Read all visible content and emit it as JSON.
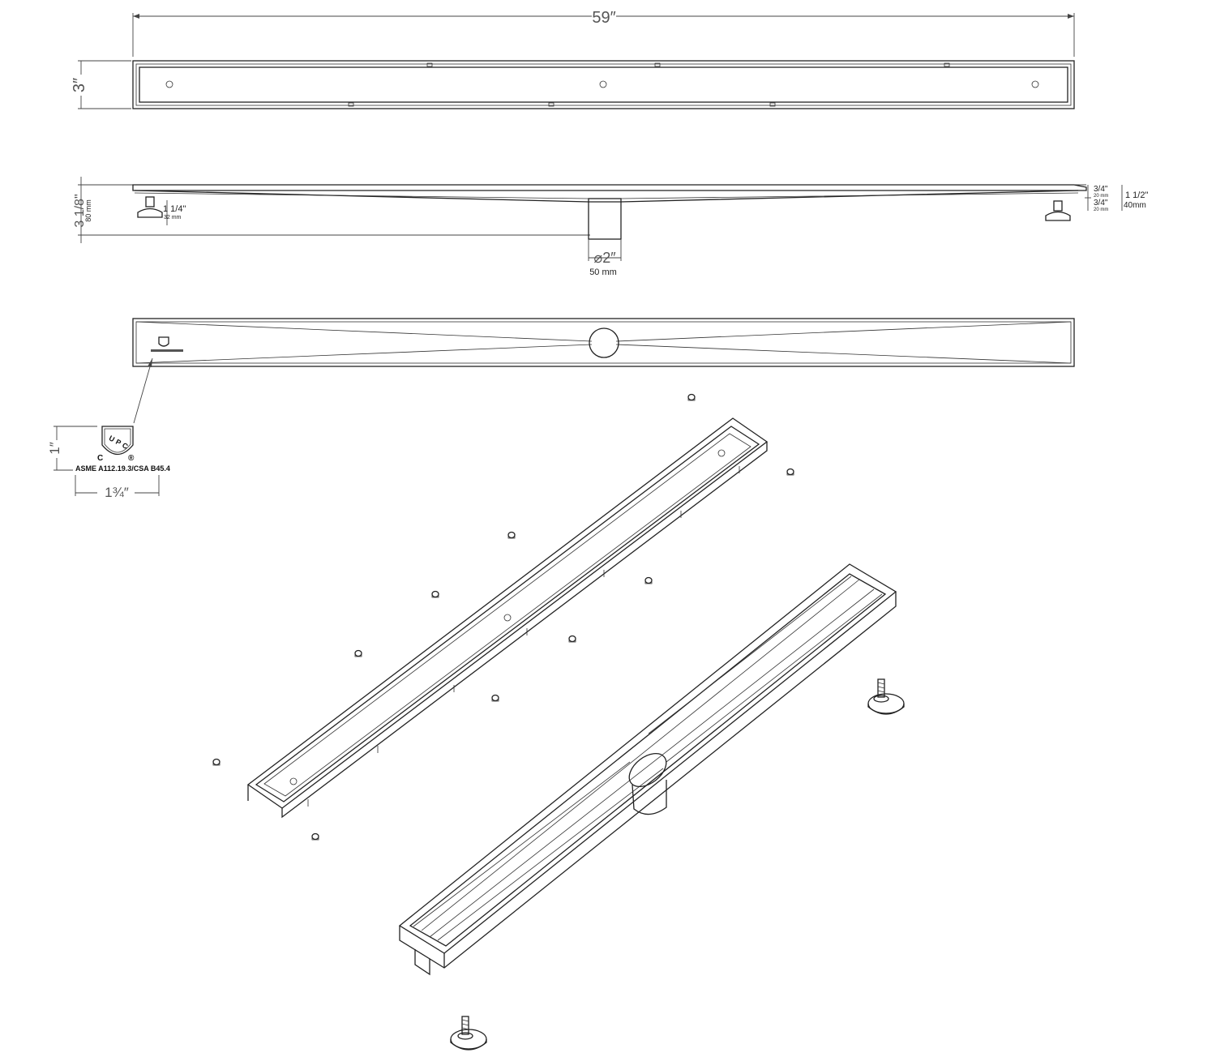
{
  "top_view": {
    "length": "59″",
    "width": "3″"
  },
  "side_view": {
    "height": "3 1/8\"",
    "height_mm": "80 mm",
    "leg_height": "1 1/4\"",
    "leg_height_mm": "32 mm",
    "upper_adjust": "3/4\"",
    "upper_adjust_mm": "20 mm",
    "lower_adjust": "3/4\"",
    "lower_adjust_mm": "20 mm",
    "total_adjust": "1 1/2\"",
    "total_adjust_mm": "40mm",
    "outlet_diameter": "⌀2″",
    "outlet_diameter_mm": "50 mm"
  },
  "certification": {
    "badge_text": "UPC",
    "c_mark": "C",
    "registered_mark": "®",
    "standard": "ASME A112.19.3/CSA B45.4",
    "badge_height": "1″",
    "badge_width": "1¾″"
  }
}
